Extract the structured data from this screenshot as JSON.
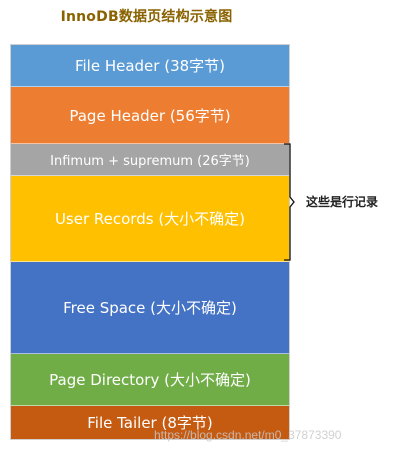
{
  "diagram": {
    "title": "InnoDB数据页结构示意图",
    "sections": [
      {
        "label": "File Header (38字节)",
        "color": "#5b9bd5"
      },
      {
        "label": "Page Header (56字节)",
        "color": "#ed7d31"
      },
      {
        "label": "Infimum + supremum (26字节)",
        "color": "#a5a5a5"
      },
      {
        "label": "User Records (大小不确定)",
        "color": "#ffc000"
      },
      {
        "label": "Free Space (大小不确定)",
        "color": "#4472c4"
      },
      {
        "label": "Page Directory (大小不确定)",
        "color": "#70ad47"
      },
      {
        "label": "File Tailer (8字节)",
        "color": "#c55a11"
      }
    ],
    "brace_label": "这些是行记录"
  },
  "watermark": "https://blog.csdn.net/m0_37873390"
}
